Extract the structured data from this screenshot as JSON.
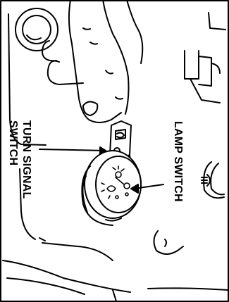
{
  "labels": {
    "turn_signal_line1": "TURN SIGNAL",
    "turn_signal_line2": "SWITCH",
    "lamp_switch": "LAMP SWITCH"
  }
}
